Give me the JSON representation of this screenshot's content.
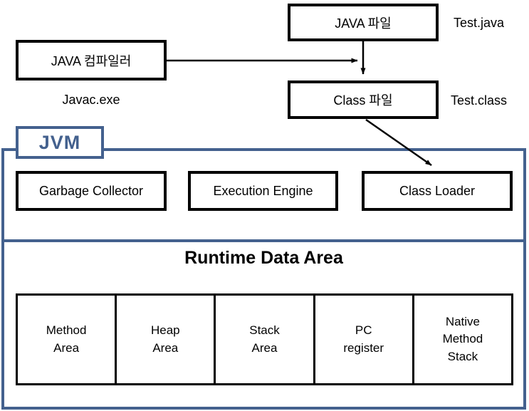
{
  "flow": {
    "java_file": {
      "label": "JAVA 파일",
      "annotation": "Test.java"
    },
    "java_compiler": {
      "label": "JAVA 컴파일러",
      "annotation": "Javac.exe"
    },
    "class_file": {
      "label": "Class 파일",
      "annotation": "Test.class"
    }
  },
  "jvm": {
    "label": "JVM",
    "components": {
      "garbage_collector": "Garbage Collector",
      "execution_engine": "Execution Engine",
      "class_loader": "Class Loader"
    },
    "runtime_data_area": {
      "title": "Runtime Data Area",
      "cells": [
        "Method\nArea",
        "Heap\nArea",
        "Stack\nArea",
        "PC\nregister",
        "Native\nMethod\nStack"
      ]
    }
  },
  "colors": {
    "accent": "#44618E",
    "ink": "#000000",
    "bg": "#ffffff"
  }
}
